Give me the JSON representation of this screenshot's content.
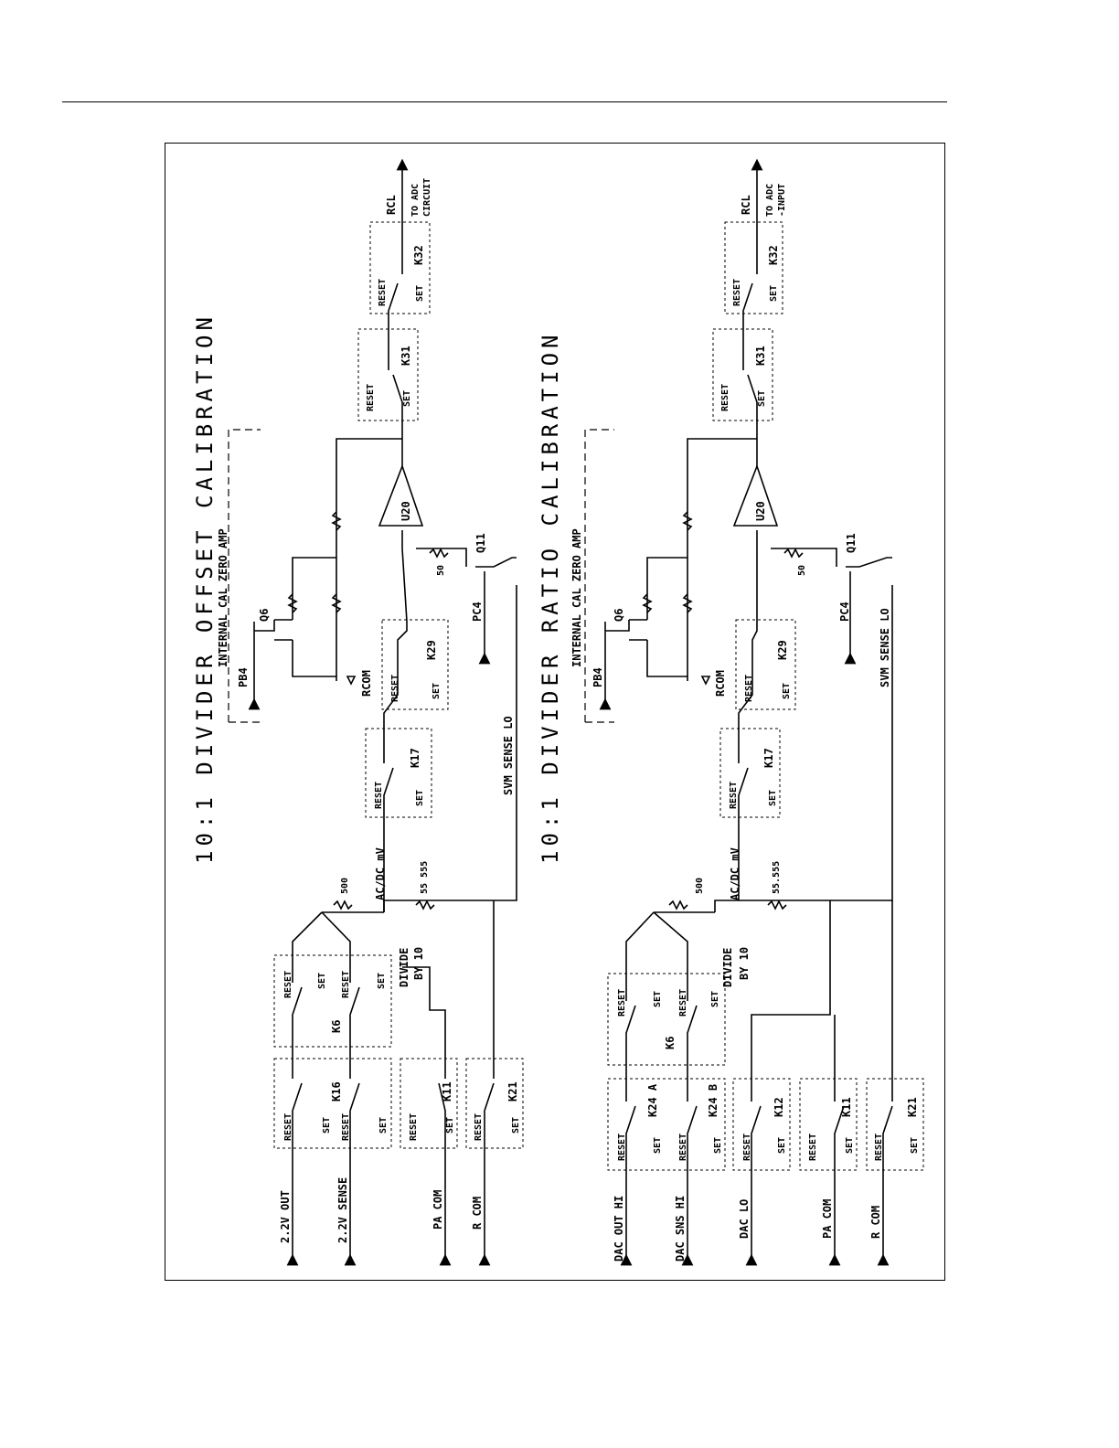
{
  "top": {
    "title": "10:1 DIVIDER OFFSET CALIBRATION",
    "block_label": "INTERNAL CAL ZERO AMP",
    "inputs": [
      "2.2V OUT",
      "2.2V SENSE",
      "PA COM",
      "R COM"
    ],
    "relays": [
      "K16",
      "K6",
      "K11",
      "K21",
      "K17",
      "K29",
      "K31",
      "K32"
    ],
    "contact_reset": "RESET",
    "contact_set": "SET",
    "resistor_500": "500",
    "resistor_55555": "55 555",
    "resistor_50": "50",
    "node_acdc": "AC/DC mV",
    "node_divide": "DIVIDE",
    "node_by10": "BY 10",
    "node_sense_lo": "SVM SENSE LO",
    "pb4": "PB4",
    "q6": "Q6",
    "rcom": "RCOM",
    "pc4": "PC4",
    "q11": "Q11",
    "u20": "U20",
    "rcl": "RCL",
    "to_adc": "TO ADC",
    "to_adc_2": "CIRCUIT"
  },
  "bottom": {
    "title": "10:1 DIVIDER RATIO CALIBRATION",
    "block_label": "INTERNAL CAL ZERO AMP",
    "inputs": [
      "DAC OUT HI",
      "DAC SNS HI",
      "DAC LO",
      "PA COM",
      "R COM"
    ],
    "relays": [
      "K24 A",
      "K24 B",
      "K6",
      "K12",
      "K11",
      "K21",
      "K17",
      "K29",
      "K31",
      "K32"
    ],
    "contact_reset": "RESET",
    "contact_set": "SET",
    "resistor_500": "500",
    "resistor_55555": "55.555",
    "resistor_50": "50",
    "node_acdc": "AC/DC mV",
    "node_divide": "DIVIDE",
    "node_by10": "BY 10",
    "node_sense_lo": "SVM SENSE LO",
    "pb4": "PB4",
    "q6": "Q6",
    "rcom": "RCOM",
    "pc4": "PC4",
    "q11": "Q11",
    "u20": "U20",
    "rcl": "RCL",
    "to_adc": "TO ADC",
    "to_adc_2": "-INPUT"
  }
}
